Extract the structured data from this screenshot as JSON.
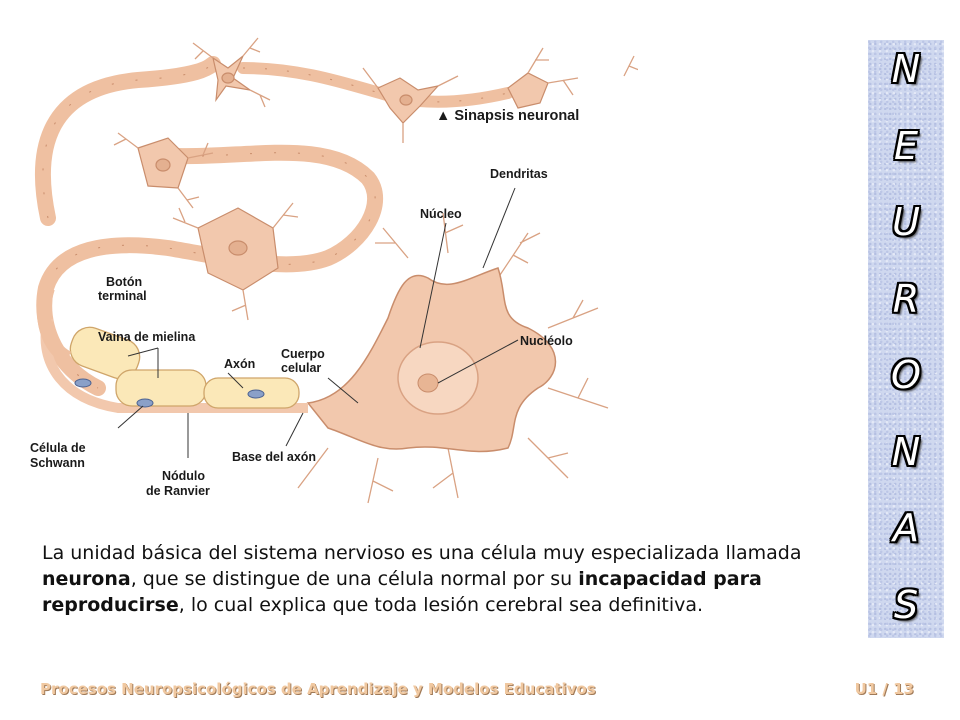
{
  "figure": {
    "labels": {
      "sinapsis": "▲ Sinapsis neuronal",
      "dendritas": "Dendritas",
      "nucleo": "Núcleo",
      "boton_1": "Botón",
      "boton_2": "terminal",
      "vaina": "Vaina de mielina",
      "axon": "Axón",
      "cuerpo_1": "Cuerpo",
      "cuerpo_2": "celular",
      "nucleolo": "Nucléolo",
      "celula_1": "Célula de",
      "celula_2": "Schwann",
      "nodulo_1": "Nódulo",
      "nodulo_2": "de Ranvier",
      "base": "Base del axón"
    }
  },
  "side_title": [
    "N",
    "E",
    "U",
    "R",
    "O",
    "N",
    "A",
    "S"
  ],
  "body": {
    "p1": "La unidad básica del sistema nervioso es una célula muy especializada llamada ",
    "b1": "neurona",
    "p2": ", que se distingue de una célula normal por su ",
    "b2": "incapacidad para reproducirse",
    "p3": ", lo cual explica que toda lesión cerebral sea definitiva."
  },
  "footer": {
    "title": "Procesos Neuropsicológicos de Aprendizaje y Modelos Educativos",
    "page": "U1 / 13"
  },
  "colors": {
    "cell": "#f2c8ad",
    "cell_dark": "#d9a283",
    "myelin": "#fbe8b8",
    "band": "#cfd8ef"
  }
}
